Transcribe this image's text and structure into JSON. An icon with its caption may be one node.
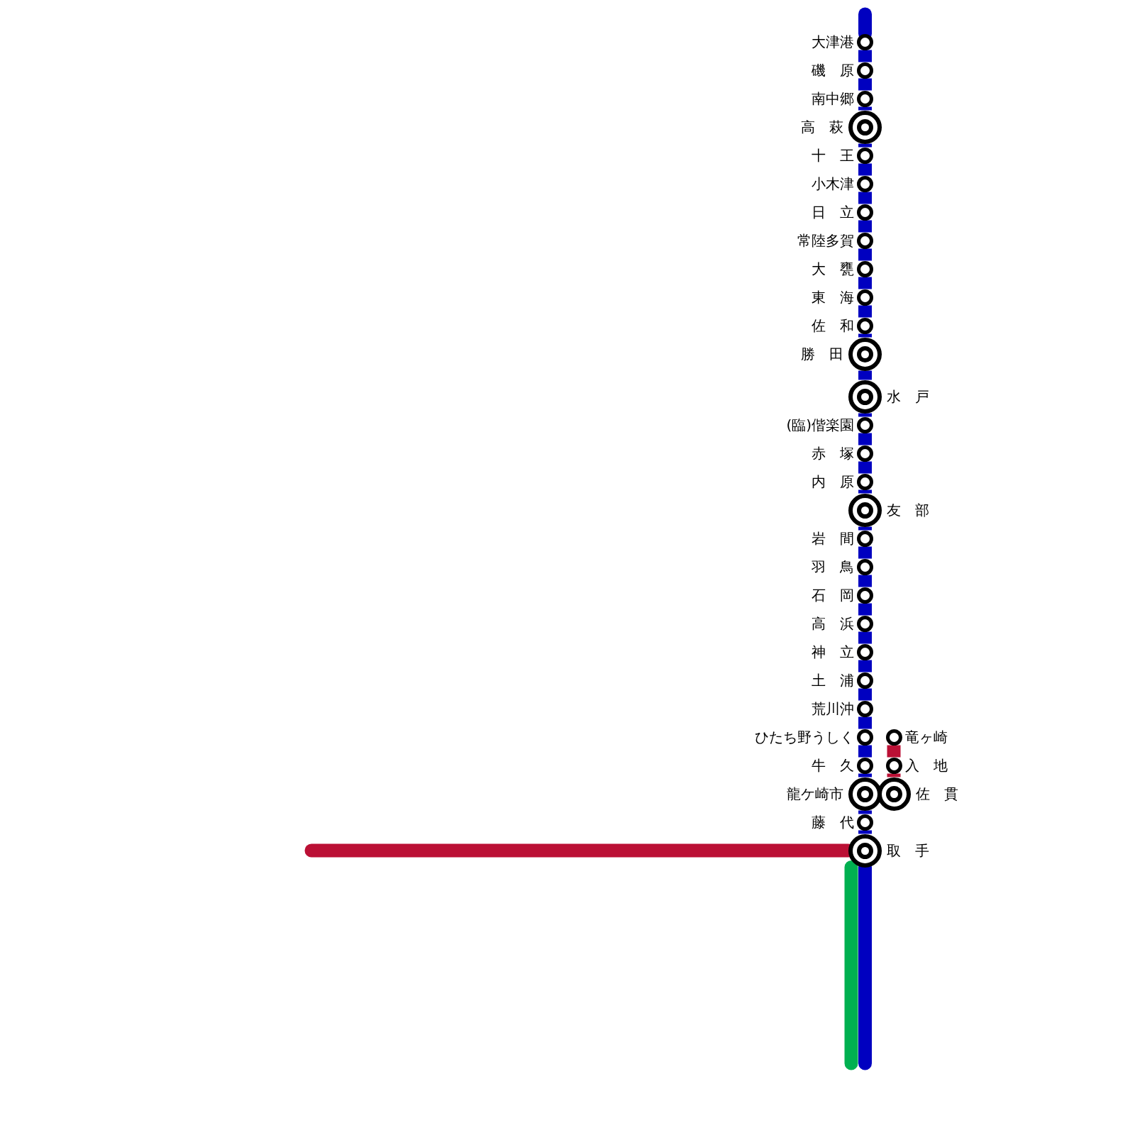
{
  "diagram": {
    "nodes": [
      {
        "text": [
          "大津港"
        ]
      },
      {
        "text": [
          "磯　原"
        ]
      },
      {
        "text": [
          "南中郷"
        ]
      },
      {
        "text": [
          "高　萩"
        ]
      },
      {
        "text": [
          "十　王"
        ]
      },
      {
        "text": [
          "小木津"
        ]
      },
      {
        "text": [
          "日　立"
        ]
      },
      {
        "text": [
          "常陸多賀"
        ]
      },
      {
        "text": [
          "大　甕"
        ]
      },
      {
        "text": [
          "東　海"
        ]
      },
      {
        "text": [
          "佐　和"
        ]
      },
      {
        "text": [
          "勝　田"
        ]
      },
      {
        "text": [
          "水　戸"
        ]
      },
      {
        "text": [
          "(臨)偕楽園"
        ]
      },
      {
        "text": [
          "赤　塚"
        ]
      },
      {
        "text": [
          "内　原"
        ]
      },
      {
        "text": [
          "友　部"
        ]
      },
      {
        "text": [
          "岩　間"
        ]
      },
      {
        "text": [
          "羽　鳥"
        ]
      },
      {
        "text": [
          "石　岡"
        ]
      },
      {
        "text": [
          "高　浜"
        ]
      },
      {
        "text": [
          "神　立"
        ]
      },
      {
        "text": [
          "土　浦"
        ]
      },
      {
        "text": [
          "荒川沖"
        ]
      },
      {
        "text": [
          "ひたち野うしく"
        ]
      },
      {
        "text": [
          "竜ヶ崎"
        ]
      },
      {
        "text": [
          "牛　久"
        ]
      },
      {
        "text": [
          "入　地"
        ]
      },
      {
        "text": [
          "龍ケ崎市"
        ]
      },
      {
        "text": [
          "佐　貫"
        ]
      },
      {
        "text": [
          "藤　代"
        ]
      },
      {
        "text": [
          "取　手"
        ]
      }
    ],
    "edges": [
      {
        "from": null,
        "to": 0,
        "arrow": "none"
      },
      {
        "from": 0,
        "to": 1,
        "arrow": "none"
      },
      {
        "from": 1,
        "to": 2,
        "arrow": "none"
      },
      {
        "from": 2,
        "to": 3,
        "arrow": "none"
      },
      {
        "from": 3,
        "to": 4,
        "arrow": "none"
      },
      {
        "from": 4,
        "to": 5,
        "arrow": "none"
      },
      {
        "from": 5,
        "to": 6,
        "arrow": "none"
      },
      {
        "from": 6,
        "to": 7,
        "arrow": "none"
      },
      {
        "from": 7,
        "to": 8,
        "arrow": "none"
      },
      {
        "from": 8,
        "to": 9,
        "arrow": "none"
      },
      {
        "from": 9,
        "to": 10,
        "arrow": "none"
      },
      {
        "from": 10,
        "to": 11,
        "arrow": "none"
      },
      {
        "from": 11,
        "to": 12,
        "arrow": "none"
      },
      {
        "from": 12,
        "to": 13,
        "arrow": "none"
      },
      {
        "from": 13,
        "to": 14,
        "arrow": "none"
      },
      {
        "from": 14,
        "to": 15,
        "arrow": "none"
      },
      {
        "from": 15,
        "to": 16,
        "arrow": "none"
      },
      {
        "from": 16,
        "to": 17,
        "arrow": "none"
      },
      {
        "from": 17,
        "to": 18,
        "arrow": "none"
      },
      {
        "from": 18,
        "to": 19,
        "arrow": "none"
      },
      {
        "from": 19,
        "to": 20,
        "arrow": "none"
      },
      {
        "from": 20,
        "to": 21,
        "arrow": "none"
      },
      {
        "from": 21,
        "to": 22,
        "arrow": "none"
      },
      {
        "from": 22,
        "to": 23,
        "arrow": "none"
      },
      {
        "from": 23,
        "to": 24,
        "arrow": "none"
      },
      {
        "from": 24,
        "to": 26,
        "arrow": "none"
      },
      {
        "from": 26,
        "to": 28,
        "arrow": "none"
      },
      {
        "from": 28,
        "to": 30,
        "arrow": "none"
      },
      {
        "from": 30,
        "to": 31,
        "arrow": "none"
      },
      {
        "from": 31,
        "to": null,
        "arrow": "none"
      },
      {
        "from": 25,
        "to": 27,
        "arrow": "none",
        "color": "#bb1035"
      },
      {
        "from": 27,
        "to": 29,
        "arrow": "none",
        "color": "#bb1035"
      },
      {
        "from": null,
        "to": 31,
        "arrow": "none",
        "color": "#bb1035"
      },
      {
        "from": 31,
        "to": null,
        "arrow": "none",
        "color": "#00b050"
      }
    ]
  }
}
